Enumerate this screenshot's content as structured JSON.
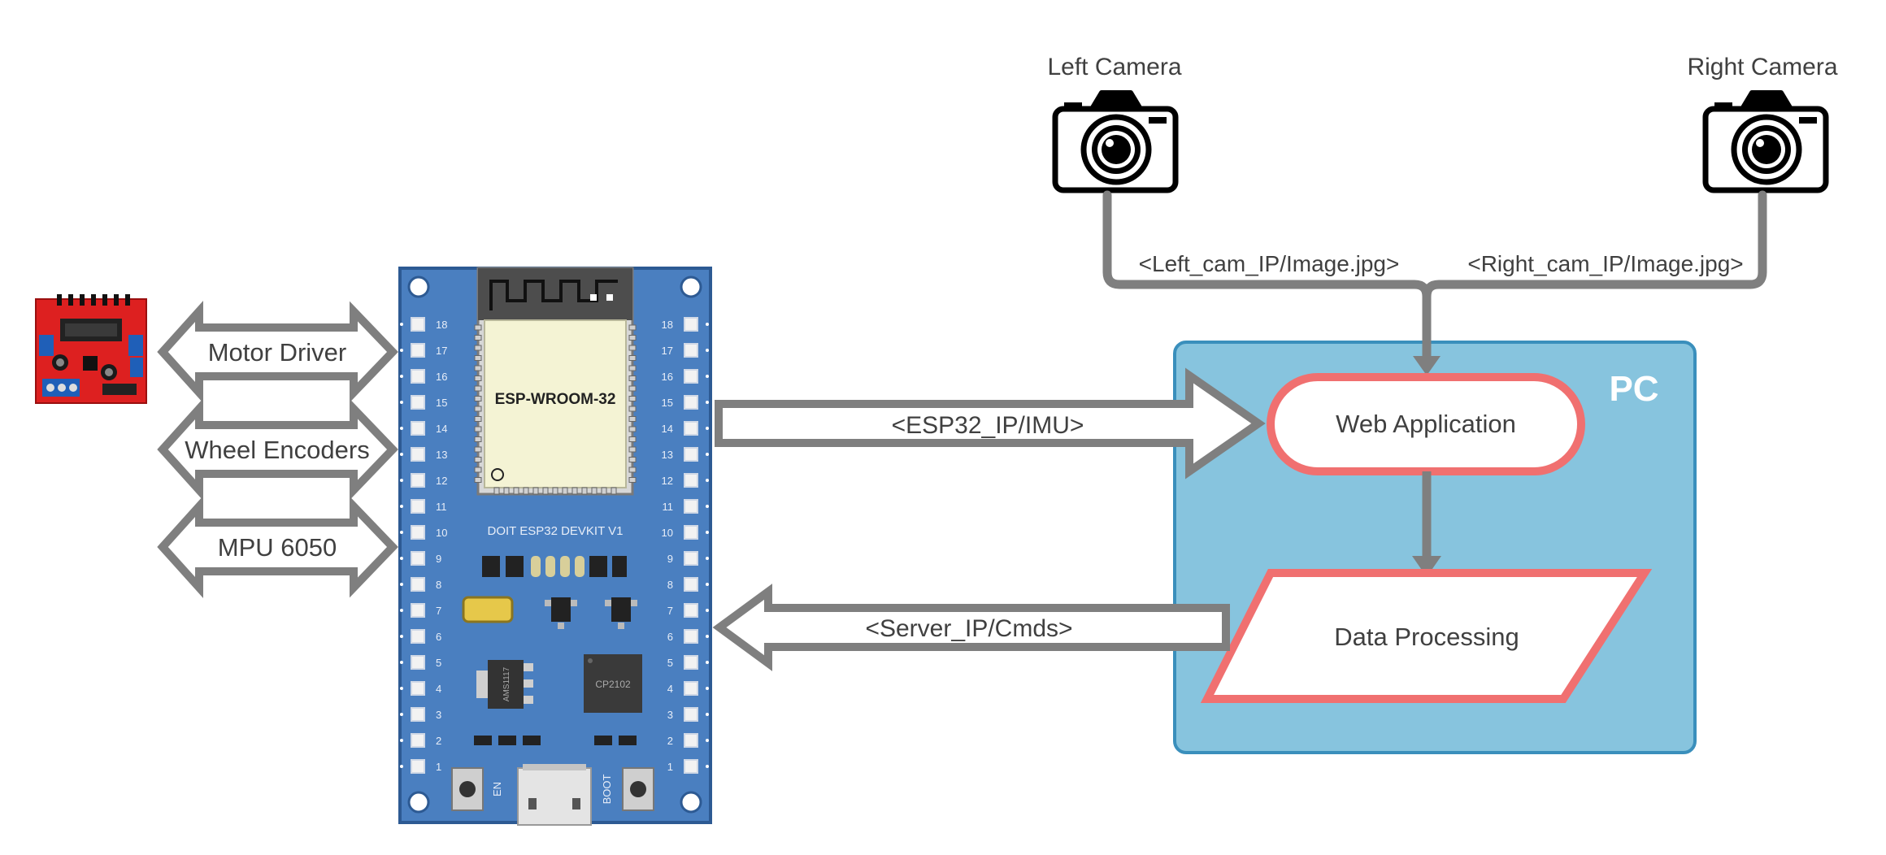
{
  "cameras": {
    "left": {
      "label": "Left Camera",
      "icon": "camera-icon"
    },
    "right": {
      "label": "Right Camera",
      "icon": "camera-icon"
    }
  },
  "camera_links": {
    "left": "<Left_cam_IP/Image.jpg>",
    "right": "<Right_cam_IP/Image.jpg>"
  },
  "pc": {
    "label": "PC",
    "web_app": "Web Application",
    "data_processing": "Data Processing"
  },
  "links": {
    "esp_to_pc": "<ESP32_IP/IMU>",
    "pc_to_esp": "<Server_IP/Cmds>"
  },
  "peripherals": {
    "motor_driver": "Motor Driver",
    "wheel_encoders": "Wheel Encoders",
    "mpu": "MPU 6050"
  },
  "board": {
    "module": "ESP-WROOM-32",
    "name": "DOIT ESP32 DEVKIT V1",
    "regulator": "AMS1117",
    "usb_chip": "CP2102",
    "en": "EN",
    "boot": "BOOT",
    "pins_left": [
      "18",
      "17",
      "16",
      "15",
      "14",
      "13",
      "12",
      "11",
      "10",
      "9",
      "8",
      "7",
      "6",
      "5",
      "4",
      "3",
      "2",
      "1"
    ],
    "pins_right": [
      "18",
      "17",
      "16",
      "15",
      "14",
      "13",
      "12",
      "11",
      "10",
      "9",
      "8",
      "7",
      "6",
      "5",
      "4",
      "3",
      "2",
      "1"
    ]
  },
  "colors": {
    "arrow": "#7f7f7f",
    "pc_fill": "#87c4de",
    "pc_border": "#3a8fbc",
    "shape_border": "#f07070",
    "board": "#4a7fc0",
    "driver": "#dd2020"
  }
}
